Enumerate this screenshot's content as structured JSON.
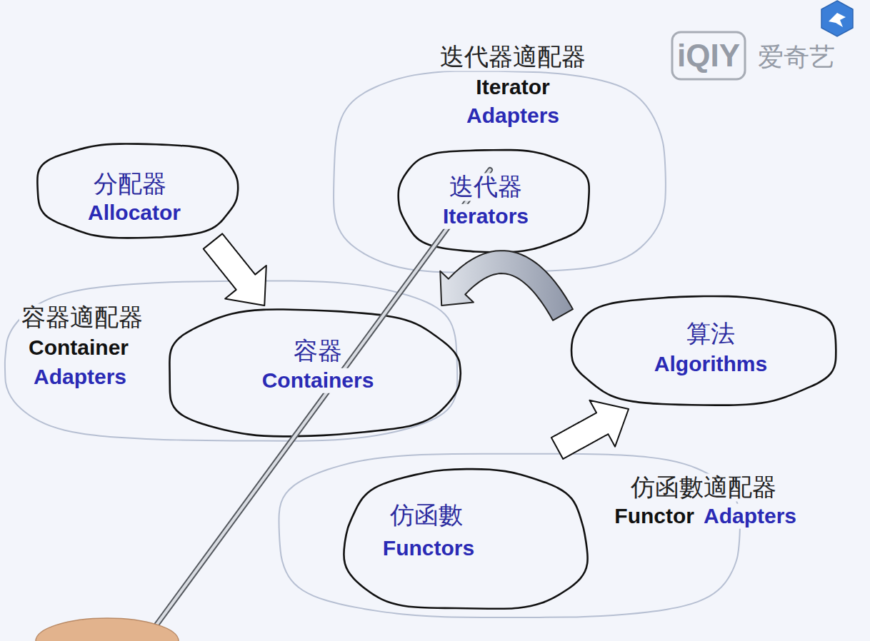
{
  "diagram": {
    "nodes": [
      {
        "text": [
          "迭代器適配器",
          "Iterator",
          "Adapters"
        ]
      },
      {
        "text": [
          "迭代器",
          "Iterators"
        ],
        "in": 0
      },
      {
        "text": [
          "分配器",
          "Allocator"
        ]
      },
      {
        "text": [
          "容器適配器",
          "Container",
          "Adapters"
        ]
      },
      {
        "text": [
          "容器",
          "Containers"
        ],
        "in": 3
      },
      {
        "text": [
          "算法",
          "Algorithms"
        ]
      },
      {
        "text": [
          "仿函數適配器",
          "Functor",
          "Adapters"
        ]
      },
      {
        "text": [
          "仿函數",
          "Functors"
        ],
        "in": 6
      }
    ],
    "edges": [
      {
        "from": 2,
        "to": 4,
        "arrow": "to"
      },
      {
        "from": 5,
        "to": 4,
        "arrow": "to"
      },
      {
        "from": 6,
        "to": 5,
        "arrow": "to"
      }
    ],
    "labels": [
      "iQIY",
      "爱奇艺"
    ]
  }
}
